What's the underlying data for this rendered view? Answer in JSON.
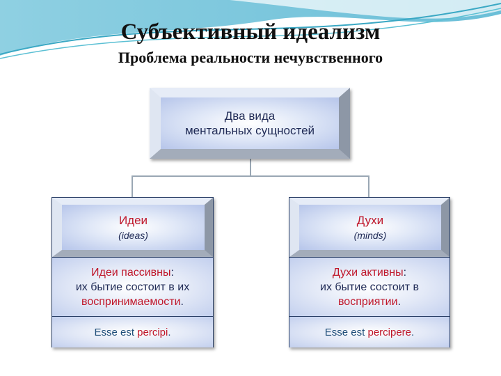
{
  "title": "Субъективный идеализм",
  "subtitle": "Проблема реальности нечувственного",
  "root": {
    "line1": "Два вида",
    "line2": "ментальных сущностей"
  },
  "left": {
    "title": "Идеи",
    "subtitle": "(ideas)",
    "desc_red": "Идеи пассивны",
    "desc_colon": ":",
    "desc_line2": "их бытие состоит в их",
    "desc_line3": "воспринимаемости",
    "desc_dot": ".",
    "motto_a": "Esse est ",
    "motto_b": "percipi",
    "motto_c": "."
  },
  "right": {
    "title": "Духи",
    "subtitle": "(minds)",
    "desc_red": "Духи активны",
    "desc_colon": ":",
    "desc_line2": "их бытие состоит в",
    "desc_line3": "восприятии",
    "desc_dot": ".",
    "motto_a": "Esse est ",
    "motto_b": "percipere",
    "motto_c": "."
  },
  "colors": {
    "accent_red": "#c0172a",
    "text_navy": "#1f2a55",
    "wave": "#7cc6dc"
  }
}
